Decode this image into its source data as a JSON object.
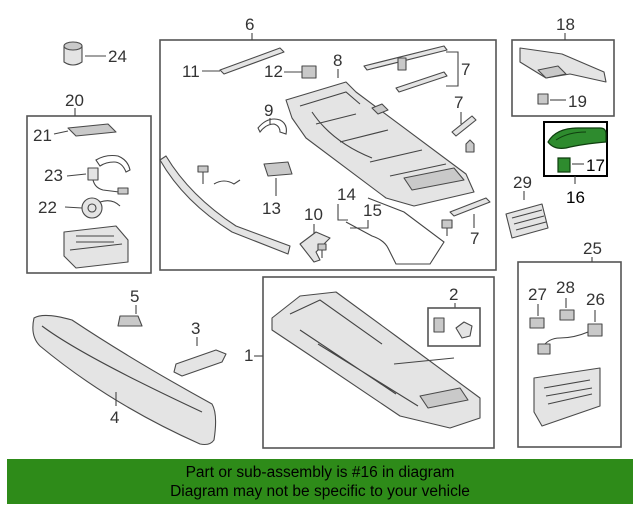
{
  "labels": {
    "n1": "1",
    "n2": "2",
    "n3": "3",
    "n4": "4",
    "n5": "5",
    "n6": "6",
    "n7a": "7",
    "n7b": "7",
    "n7c": "7",
    "n8": "8",
    "n9": "9",
    "n10": "10",
    "n11": "11",
    "n12": "12",
    "n13": "13",
    "n14": "14",
    "n15": "15",
    "n16": "16",
    "n17": "17",
    "n18": "18",
    "n19": "19",
    "n20": "20",
    "n21": "21",
    "n22": "22",
    "n23": "23",
    "n24": "24",
    "n25": "25",
    "n26": "26",
    "n27": "27",
    "n28": "28",
    "n29": "29"
  },
  "highlight": {
    "part_number": "16",
    "color": "#2e8b2e"
  },
  "banner": {
    "line1": "Part or sub-assembly is #16 in diagram",
    "line2": "Diagram may not be specific to your vehicle",
    "background": "#2e8b19"
  }
}
